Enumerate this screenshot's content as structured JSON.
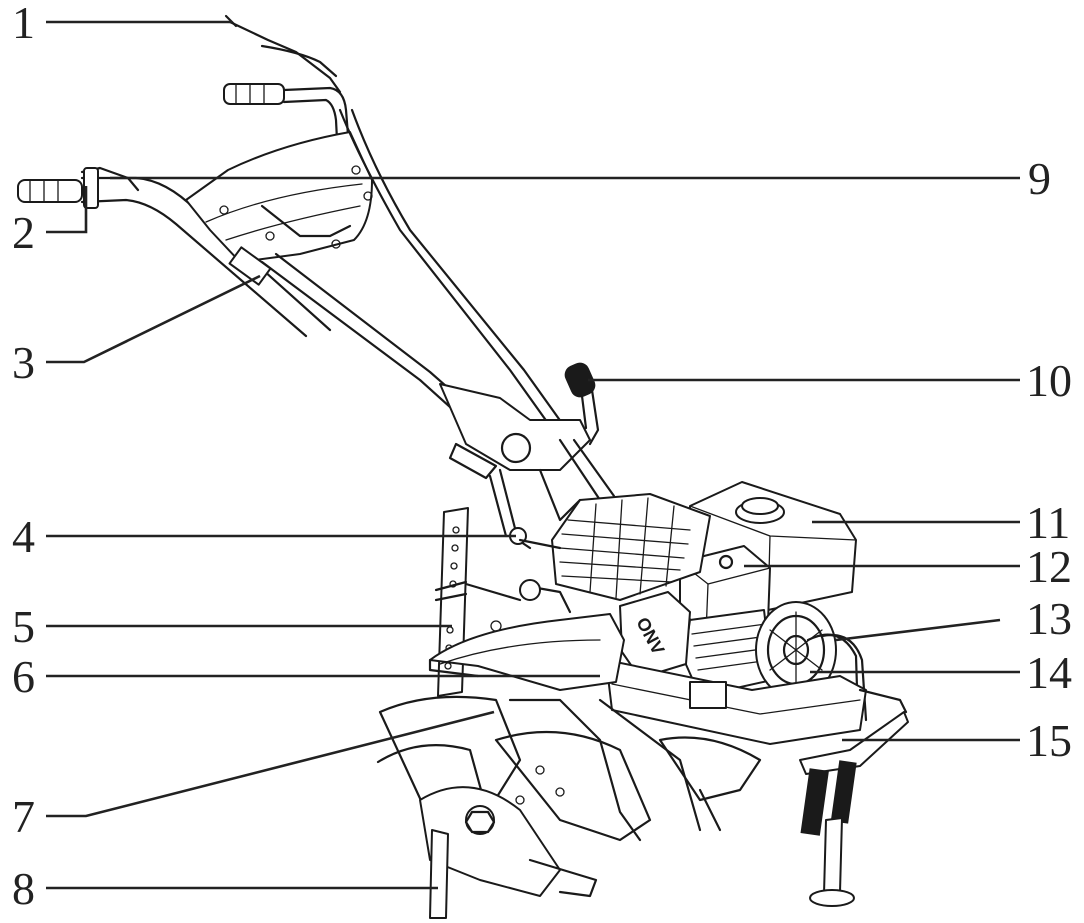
{
  "labels": {
    "l1": "1",
    "l2": "2",
    "l3": "3",
    "l4": "4",
    "l5": "5",
    "l6": "6",
    "l7": "7",
    "l8": "8",
    "l9": "9",
    "l10": "10",
    "l11": "11",
    "l12": "12",
    "l13": "13",
    "l14": "14",
    "l15": "15"
  },
  "engine_brand": "ONV",
  "colors": {
    "line": "#222222",
    "background": "#ffffff"
  }
}
